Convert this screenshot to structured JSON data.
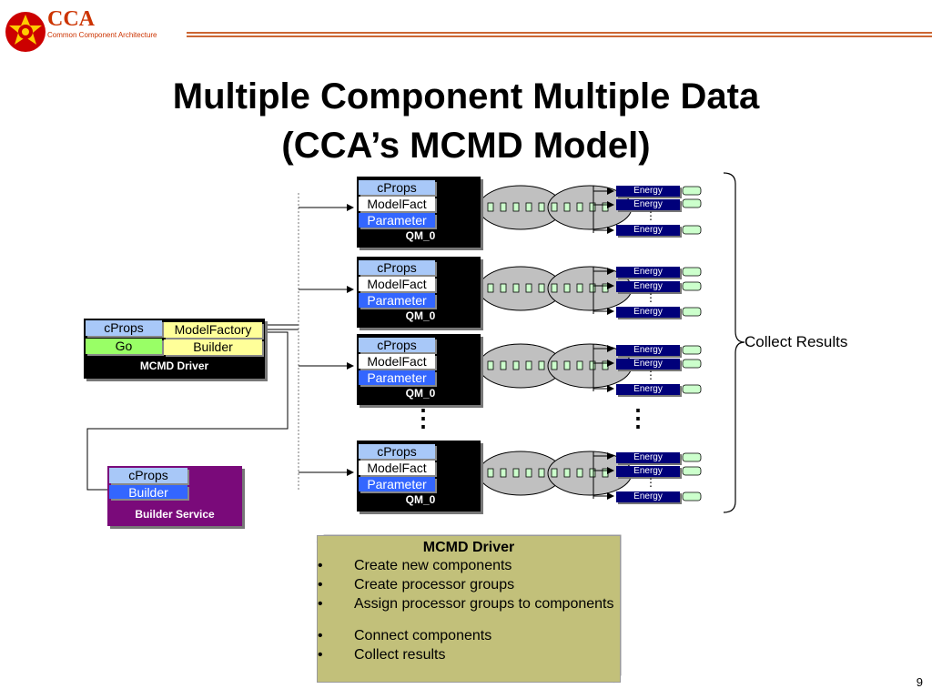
{
  "logo": {
    "title": "CCA",
    "subtitle": "Common Component Architecture"
  },
  "slide": {
    "title_line1": "Multiple Component Multiple Data",
    "title_line2": "(CCA’s MCMD Model)"
  },
  "driver": {
    "ports": [
      "cProps",
      "ModelFactory",
      "Go",
      "Builder"
    ],
    "label": "MCMD Driver"
  },
  "builder_service": {
    "ports": [
      "cProps",
      "Builder"
    ],
    "label": "Builder Service"
  },
  "qm_components": [
    {
      "ports": [
        "cProps",
        "ModelFact",
        "Parameter"
      ],
      "label": "QM_0"
    },
    {
      "ports": [
        "cProps",
        "ModelFact",
        "Parameter"
      ],
      "label": "QM_0"
    },
    {
      "ports": [
        "cProps",
        "ModelFact",
        "Parameter"
      ],
      "label": "QM_0"
    },
    {
      "ports": [
        "cProps",
        "ModelFact",
        "Parameter"
      ],
      "label": "QM_0"
    }
  ],
  "energy_label": "Energy",
  "ellipsis": "⋮",
  "collect_results": "Collect Results",
  "description": {
    "title": "MCMD Driver",
    "bullet": "•",
    "items": [
      "Create new components",
      "Create processor groups",
      "Assign processor groups to components",
      "Connect components",
      "Collect results"
    ]
  },
  "page_number": "9"
}
